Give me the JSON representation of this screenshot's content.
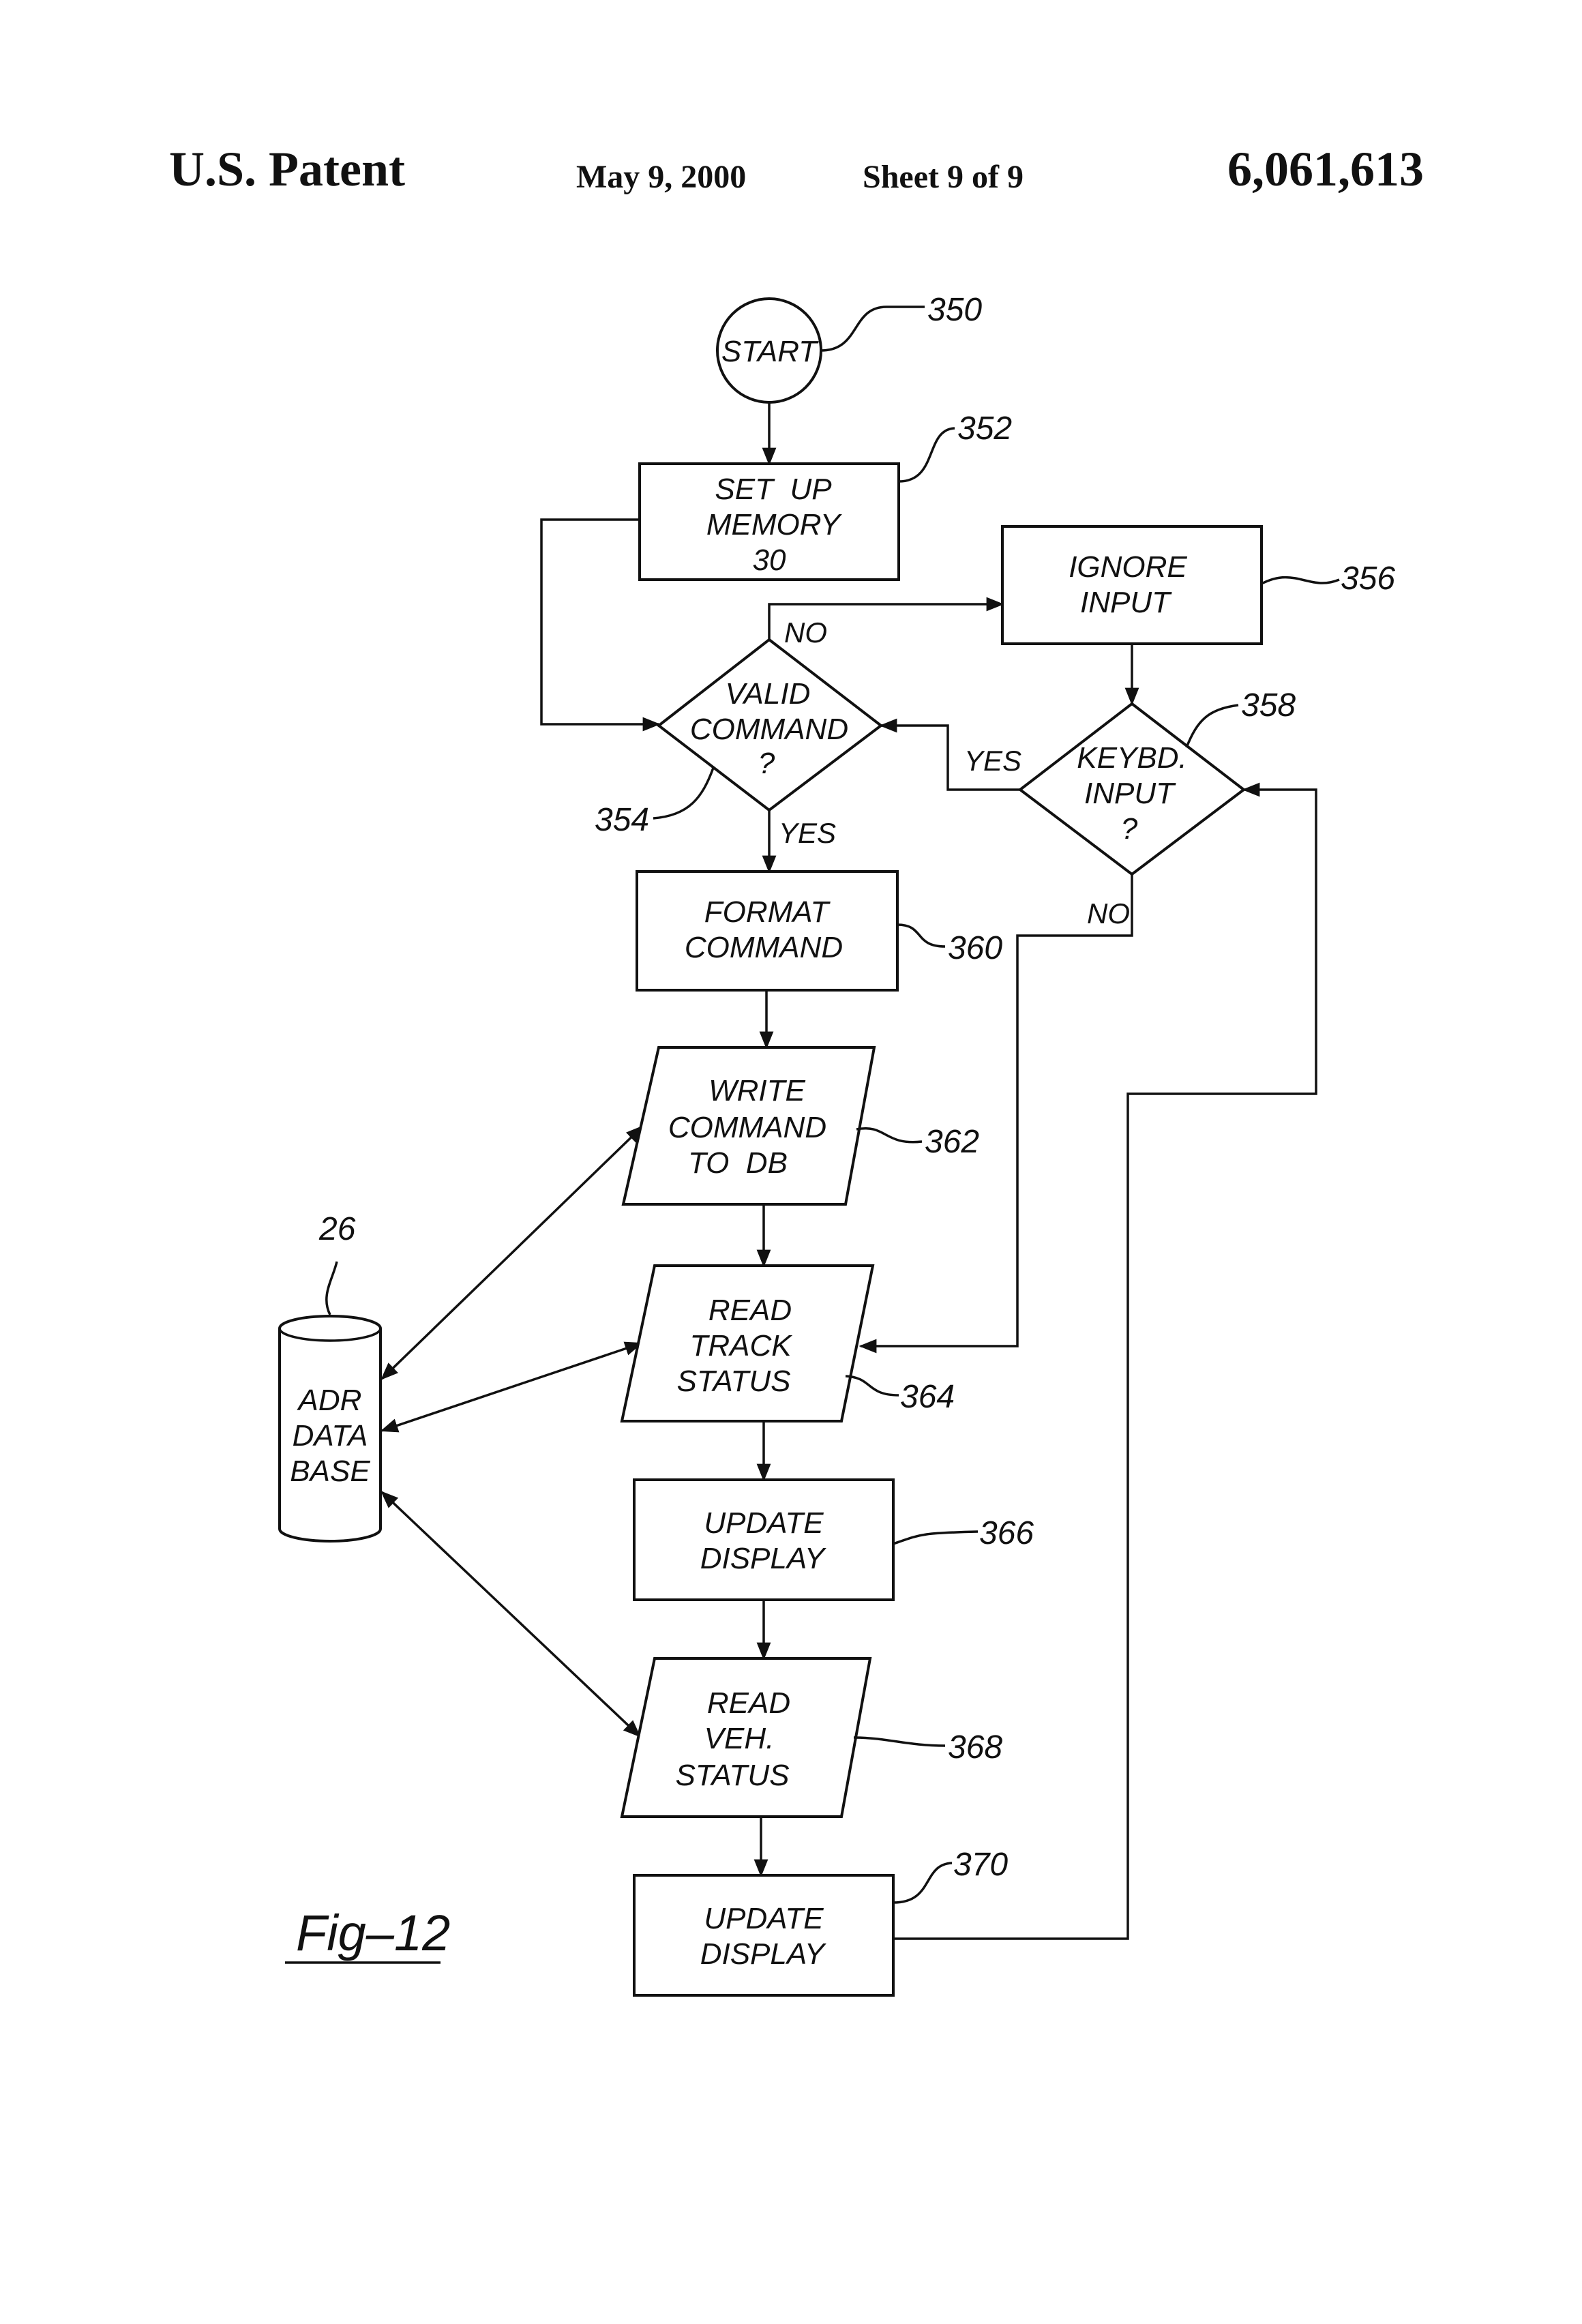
{
  "header": {
    "left": "U.S. Patent",
    "date": "May 9, 2000",
    "sheet": "Sheet 9 of 9",
    "number": "6,061,613"
  },
  "figure_label": "Fig–12",
  "nodes": {
    "start": {
      "text": [
        "START"
      ],
      "ref": "350"
    },
    "setup": {
      "text": [
        "SET  UP",
        "MEMORY",
        "30"
      ],
      "ref": "352"
    },
    "valid": {
      "text": [
        "VALID",
        "COMMAND",
        "?"
      ],
      "ref": "354"
    },
    "ignore": {
      "text": [
        "IGNORE",
        "INPUT"
      ],
      "ref": "356"
    },
    "keybd": {
      "text": [
        "KEYBD.",
        "INPUT",
        "?"
      ],
      "ref": "358"
    },
    "format": {
      "text": [
        "FORMAT",
        "COMMAND"
      ],
      "ref": "360"
    },
    "write": {
      "text": [
        "WRITE",
        "COMMAND",
        "TO  DB"
      ],
      "ref": "362"
    },
    "readtrack": {
      "text": [
        "READ",
        "TRACK",
        "STATUS"
      ],
      "ref": "364"
    },
    "update1": {
      "text": [
        "UPDATE",
        "DISPLAY"
      ],
      "ref": "366"
    },
    "readveh": {
      "text": [
        "READ",
        "VEH.",
        "STATUS"
      ],
      "ref": "368"
    },
    "update2": {
      "text": [
        "UPDATE",
        "DISPLAY"
      ],
      "ref": "370"
    },
    "db": {
      "text": [
        "ADR",
        "DATA",
        "BASE"
      ],
      "ref": "26"
    }
  },
  "edge_labels": {
    "valid_no": "NO",
    "valid_yes": "YES",
    "keybd_yes": "YES",
    "keybd_no": "NO"
  }
}
